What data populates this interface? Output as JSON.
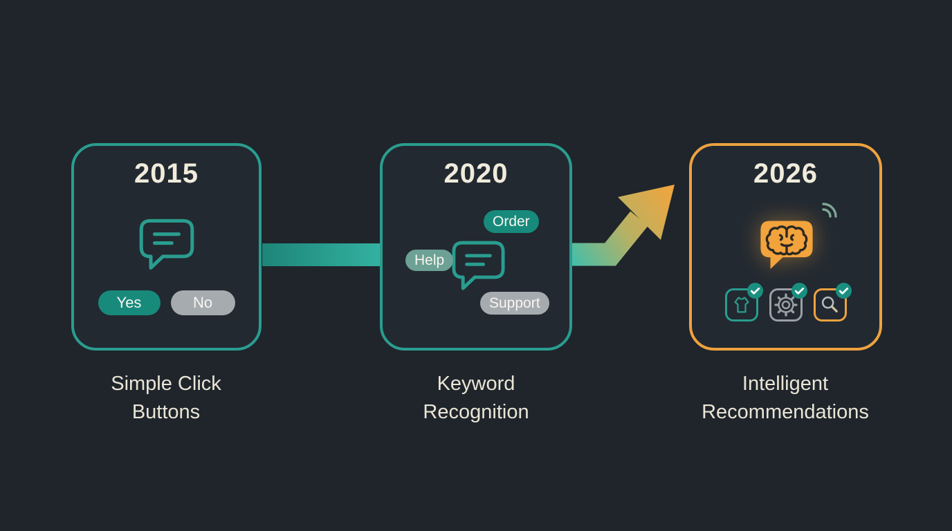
{
  "palette": {
    "background": "#1f252b",
    "card_background": "#222931",
    "teal_border": "#2a9d8f",
    "orange_border": "#eea23f",
    "teal_pill": "#178a7c",
    "sage_pill": "#6da195",
    "gray_pill": "#a6abb0",
    "cream_text": "#f0ebdb",
    "orange_bubble": "#f2a33c",
    "badge_teal": "#1a8f80",
    "icon_gray": "#9aa0a6"
  },
  "stages": [
    {
      "year": "2015",
      "caption_line1": "Simple Click",
      "caption_line2": "Buttons",
      "icon": "chat-bubble-icon",
      "buttons": [
        {
          "label": "Yes",
          "color": "teal"
        },
        {
          "label": "No",
          "color": "gray"
        }
      ]
    },
    {
      "year": "2020",
      "caption_line1": "Keyword",
      "caption_line2": "Recognition",
      "icon": "chat-bubble-icon",
      "tags": [
        {
          "label": "Order",
          "color": "teal"
        },
        {
          "label": "Help",
          "color": "sage"
        },
        {
          "label": "Support",
          "color": "gray"
        }
      ]
    },
    {
      "year": "2026",
      "caption_line1": "Intelligent",
      "caption_line2": "Recommendations",
      "icon": "brain-chat-bubble-icon",
      "signal_icon": "wifi-signal-icon",
      "feature_icons": [
        {
          "name": "tshirt-icon",
          "badge": "check-badge-icon",
          "border": "teal"
        },
        {
          "name": "gear-icon",
          "badge": "check-badge-icon",
          "border": "gray"
        },
        {
          "name": "search-icon",
          "badge": "check-badge-icon",
          "border": "orange"
        }
      ]
    }
  ],
  "connectors": [
    {
      "type": "band",
      "from": "2015",
      "to": "2020"
    },
    {
      "type": "arrow-up-right",
      "from": "2020",
      "to": "2026"
    }
  ]
}
